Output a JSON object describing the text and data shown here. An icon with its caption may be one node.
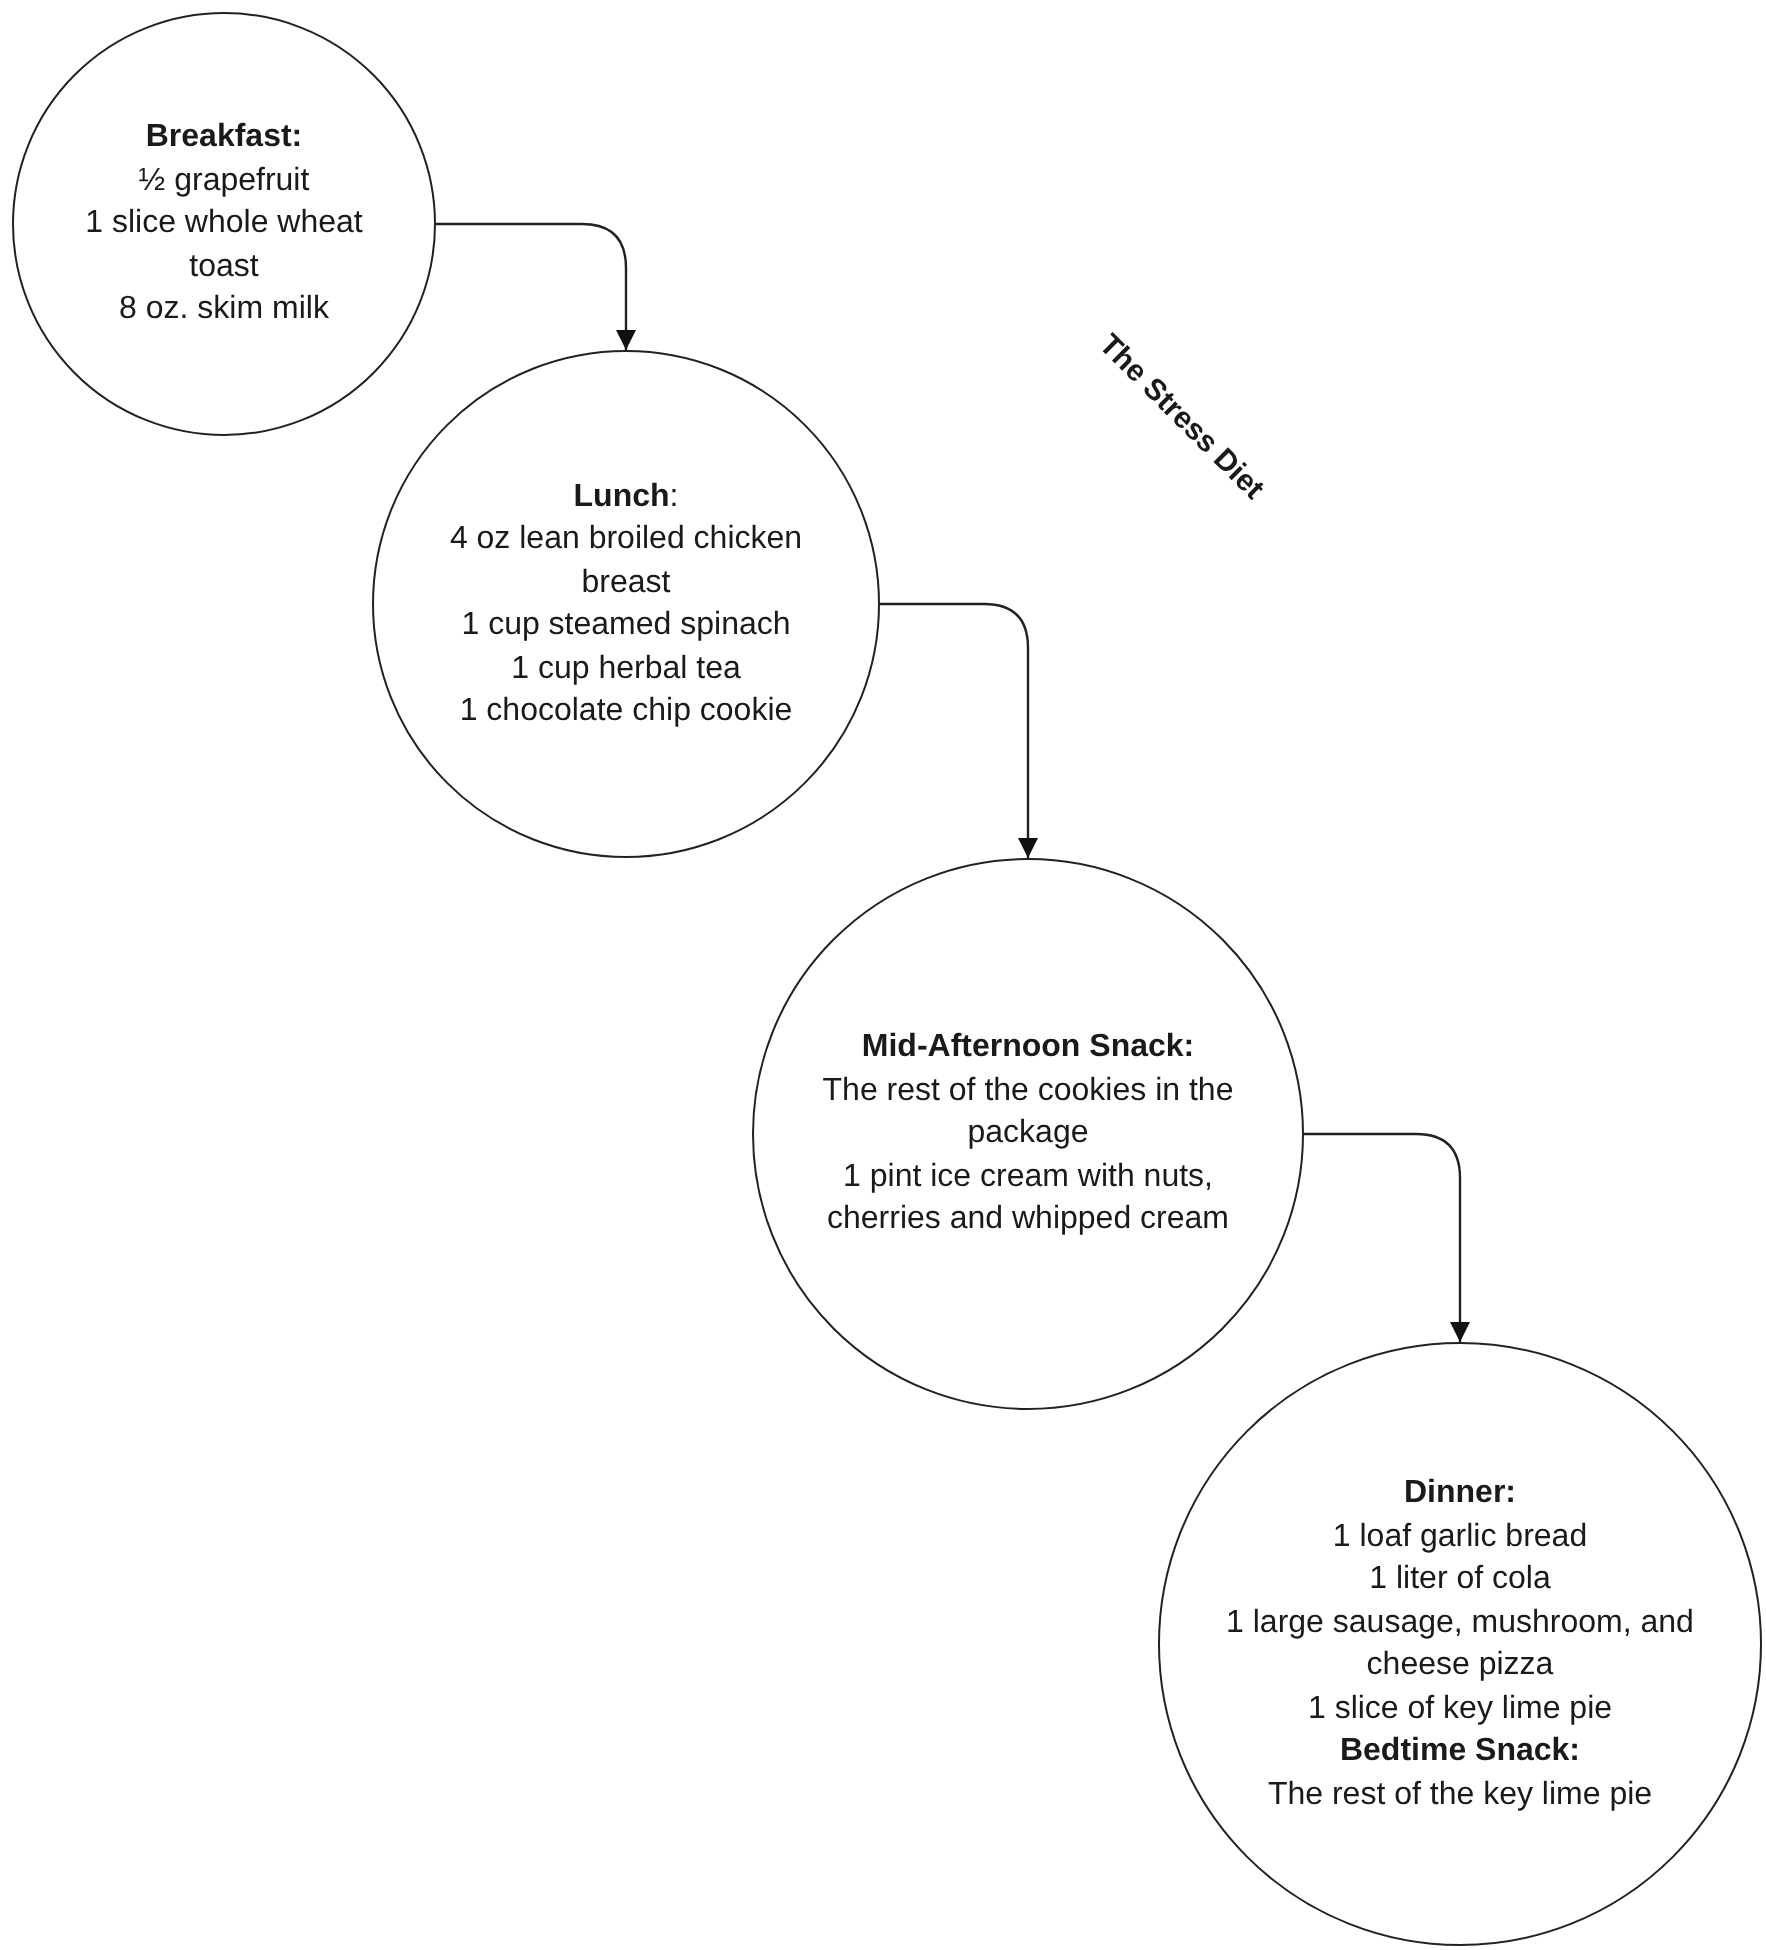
{
  "diagram": {
    "title": "The Stress Diet",
    "nodes": [
      {
        "text": [
          "**Breakfast:**",
          "½ grapefruit",
          "1 slice whole wheat toast",
          "8 oz. skim milk"
        ]
      },
      {
        "text": [
          "**Lunch**:",
          "4 oz lean broiled chicken breast",
          "1 cup steamed spinach",
          "1 cup herbal tea",
          "1 chocolate chip cookie"
        ]
      },
      {
        "text": [
          "**Mid-Afternoon Snack:**",
          "The rest of the cookies in the package",
          "1 pint ice cream with nuts, cherries and whipped cream"
        ]
      },
      {
        "text": [
          "**Dinner:**",
          "1 loaf garlic bread",
          "1 liter of cola",
          "1 large sausage, mushroom, and cheese pizza",
          "1 slice of key lime pie",
          "**Bedtime Snack:**",
          "The rest of the key lime pie"
        ]
      }
    ],
    "edges": [
      {
        "from": 0,
        "to": 1,
        "arrow": "to"
      },
      {
        "from": 1,
        "to": 2,
        "arrow": "to"
      },
      {
        "from": 2,
        "to": 3,
        "arrow": "to"
      }
    ]
  }
}
